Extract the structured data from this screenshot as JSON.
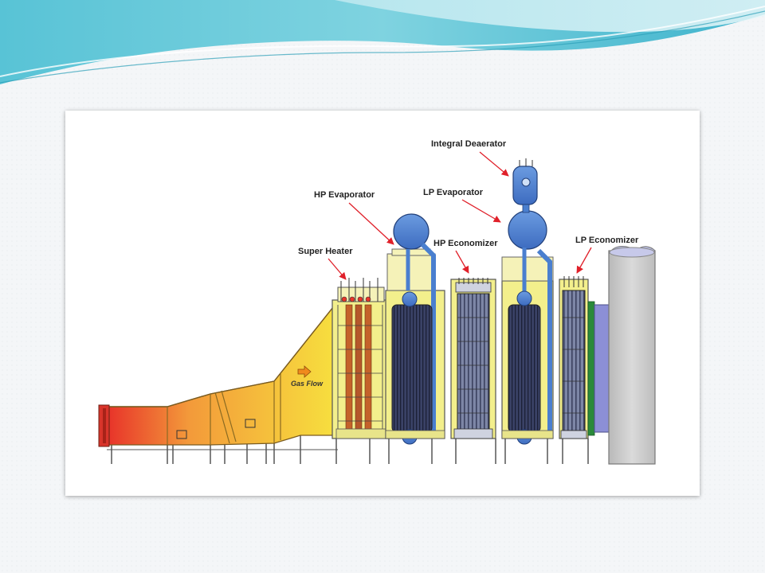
{
  "diagram": {
    "labels": {
      "integral_deaerator": "Integral Deaerator",
      "hp_evaporator": "HP Evaporator",
      "lp_evaporator": "LP Evaporator",
      "super_heater": "Super Heater",
      "hp_economizer": "HP Economizer",
      "lp_economizer": "LP Economizer",
      "gas_flow": "Gas Flow"
    },
    "colors": {
      "duct_hot": "#e8352a",
      "duct_warm": "#f39a3a",
      "duct_cool": "#f7e13e",
      "module_fill": "#f3ef8c",
      "drum_blue": "#4a7fcf",
      "tube_dark": "#2a2f4a",
      "stack_gray": "#c9c9c9",
      "arrow_red": "#e0202a"
    },
    "icons": [
      "arrow-right-icon"
    ]
  }
}
